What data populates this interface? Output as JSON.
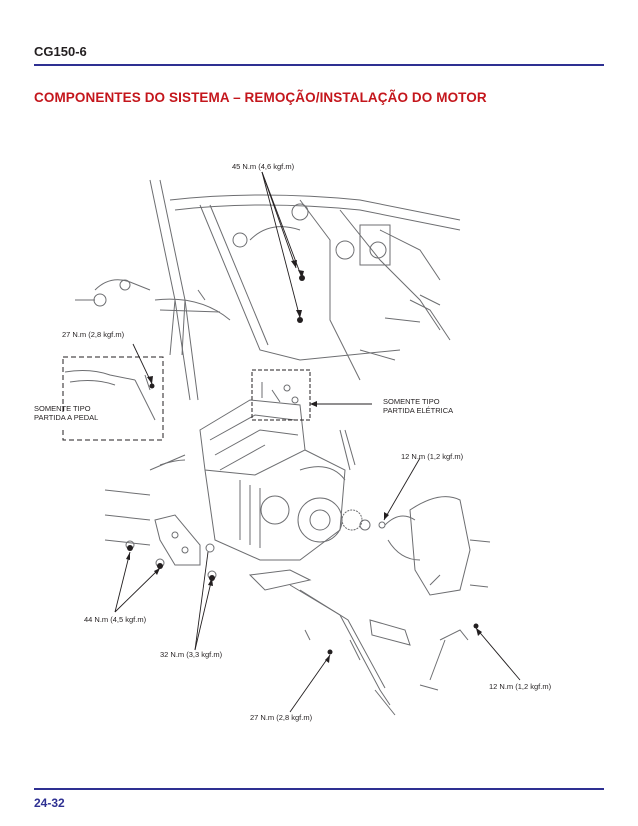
{
  "header": {
    "model": "CG150-6"
  },
  "title": "COMPONENTES DO SISTEMA – REMOÇÃO/INSTALAÇÃO DO MOTOR",
  "footer": {
    "page": "24-32"
  },
  "callouts": {
    "torque_45": "45 N.m (4,6 kgf.m)",
    "torque_27_top": "27 N.m (2,8 kgf.m)",
    "pedal_only_1": "SOMENTE TIPO",
    "pedal_only_2": "PARTIDA A PEDAL",
    "electric_only_1": "SOMENTE TIPO",
    "electric_only_2": "PARTIDA ELÉTRICA",
    "torque_12_a": "12 N.m (1,2 kgf.m)",
    "torque_44": "44 N.m (4,5 kgf.m)",
    "torque_32": "32 N.m (3,3 kgf.m)",
    "torque_12_b": "12 N.m (1,2 kgf.m)",
    "torque_27_bottom": "27 N.m (2,8 kgf.m)"
  }
}
